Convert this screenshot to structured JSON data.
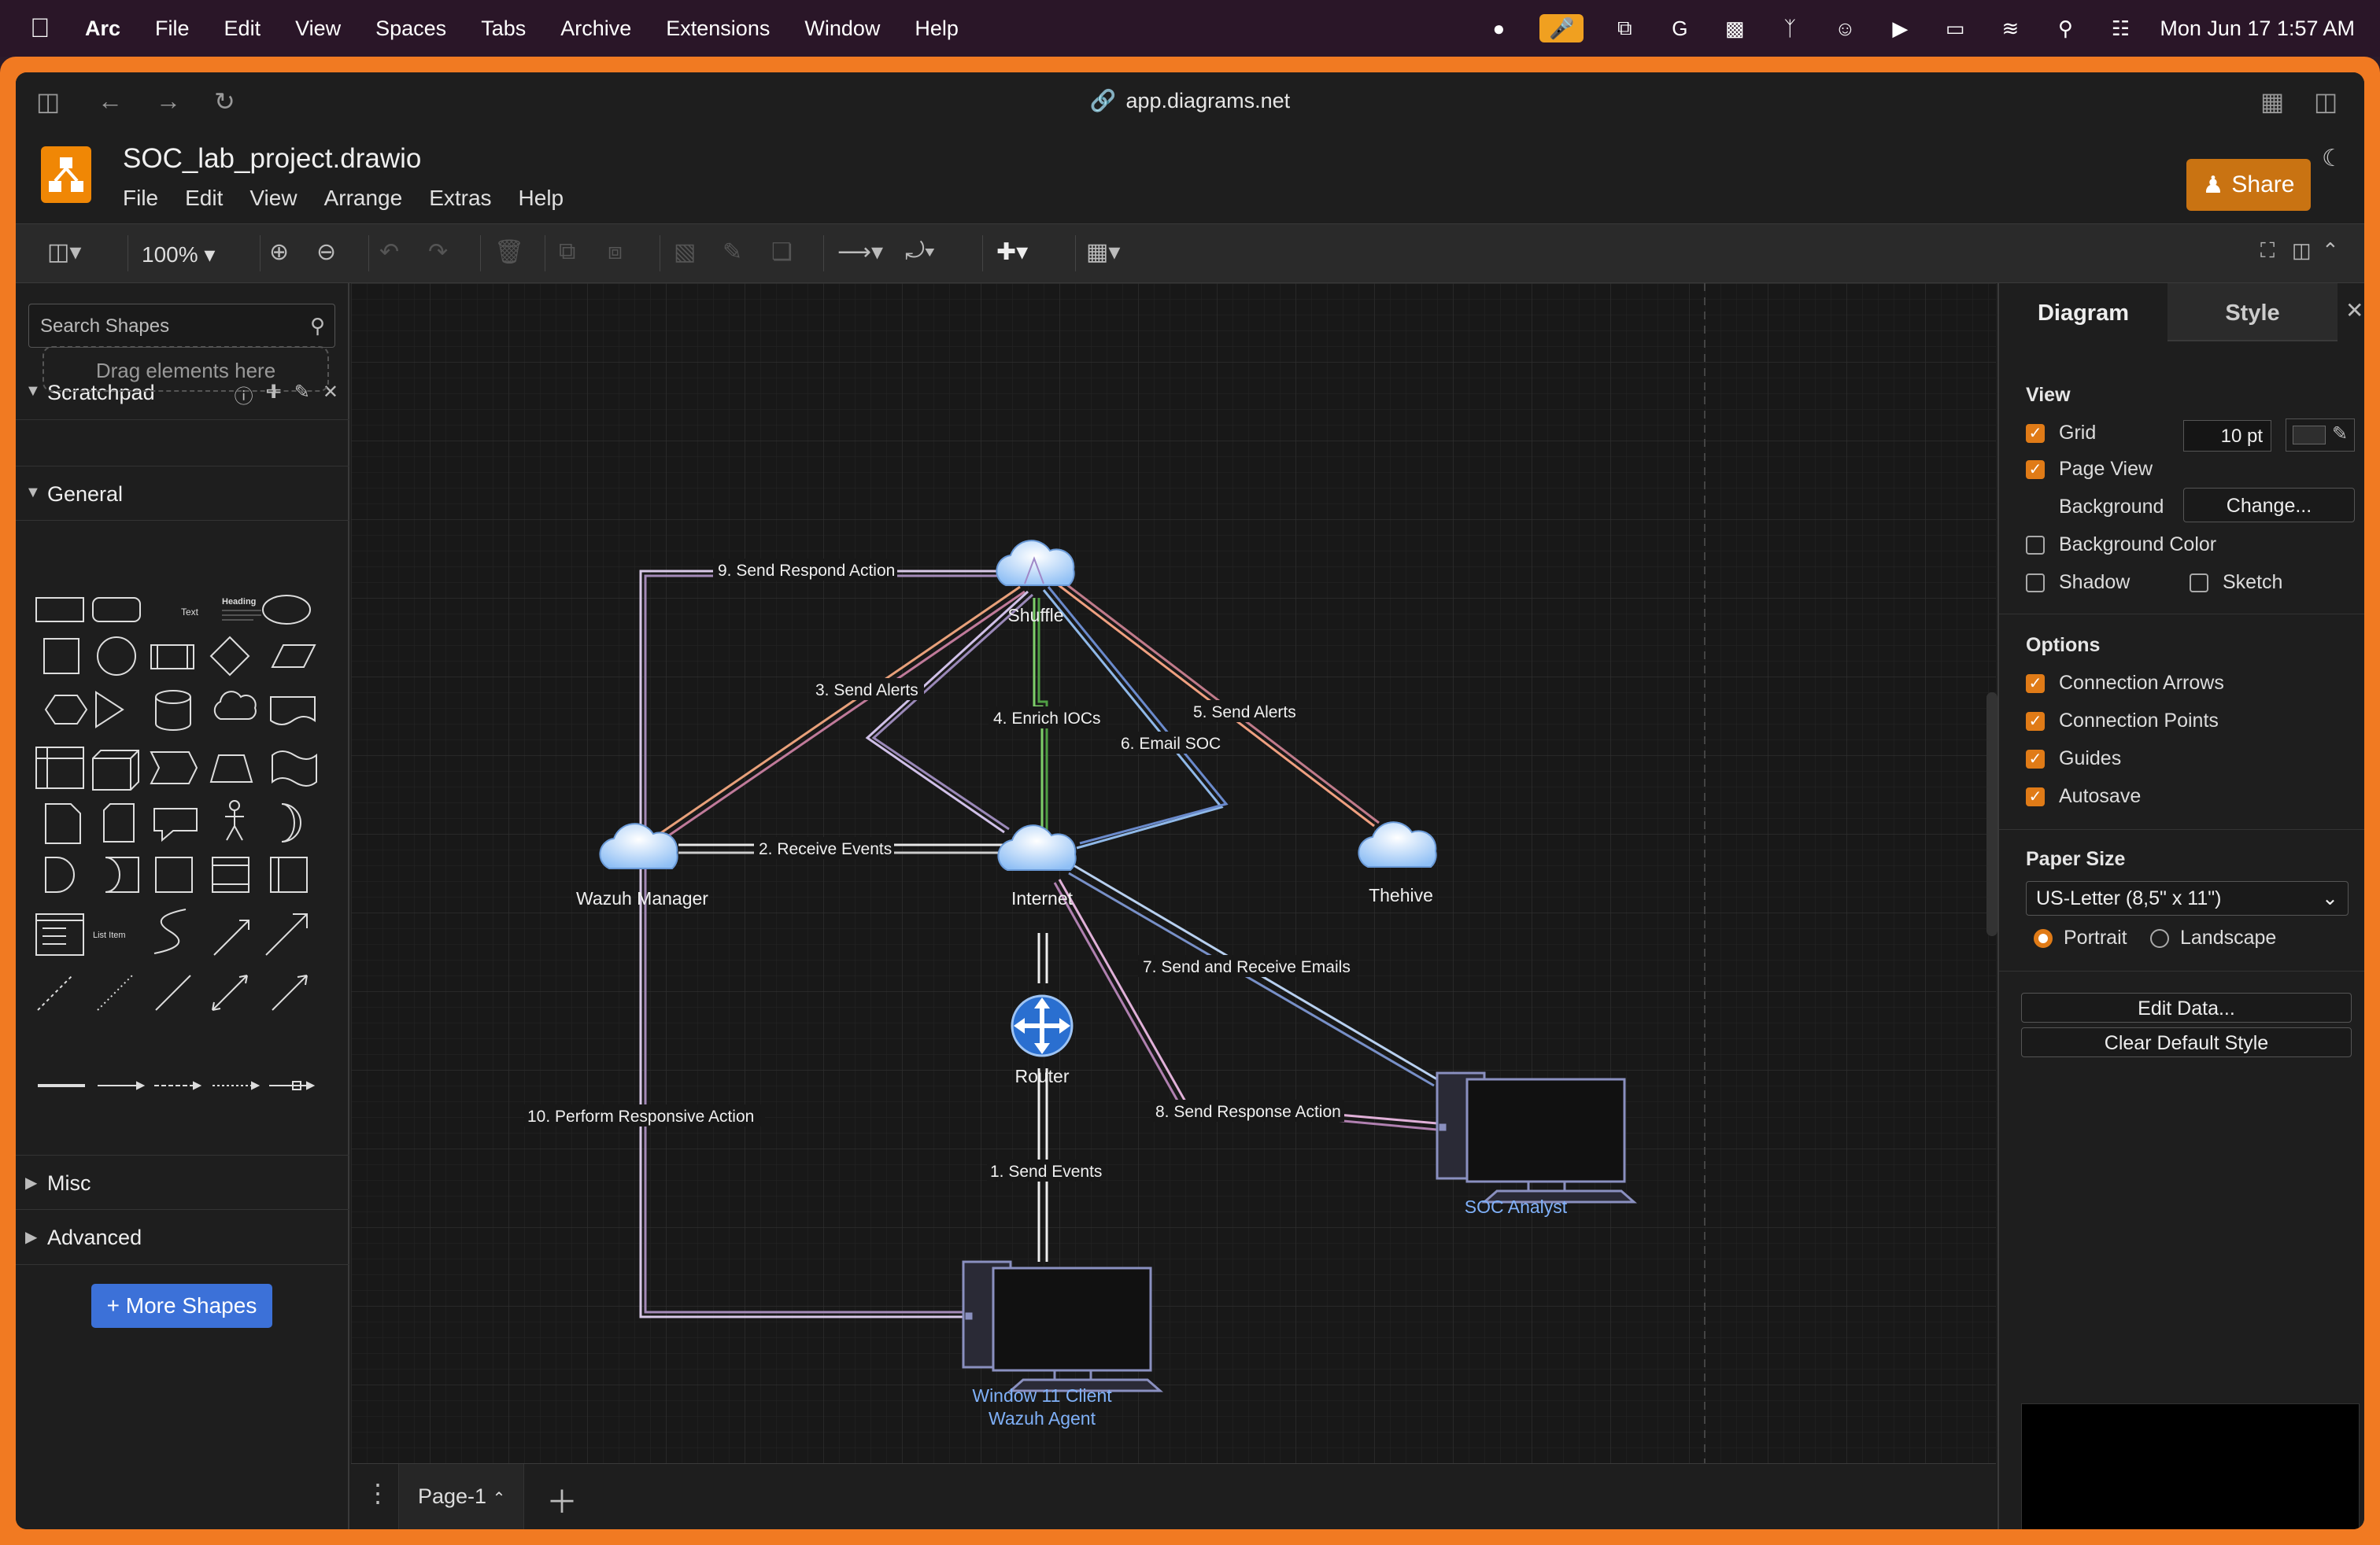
{
  "macos": {
    "app_name": "Arc",
    "menu": [
      "File",
      "Edit",
      "View",
      "Spaces",
      "Tabs",
      "Archive",
      "Extensions",
      "Window",
      "Help"
    ],
    "clock": "Mon Jun 17  1:57 AM"
  },
  "browser": {
    "url": "app.diagrams.net"
  },
  "app": {
    "title": "SOC_lab_project.drawio",
    "menu": [
      "File",
      "Edit",
      "View",
      "Arrange",
      "Extras",
      "Help"
    ],
    "share_label": "Share"
  },
  "toolbar": {
    "zoom": "100%"
  },
  "sidebar": {
    "search_placeholder": "Search Shapes",
    "scratchpad_label": "Scratchpad",
    "drop_hint": "Drag elements here",
    "general_label": "General",
    "misc_label": "Misc",
    "advanced_label": "Advanced",
    "more_shapes": "+ More Shapes",
    "shape_text": "Text",
    "shape_heading": "Heading",
    "shape_list_item": "List Item"
  },
  "diagram": {
    "nodes": {
      "shuffle": "Shuffle",
      "wazuh_manager": "Wazuh Manager",
      "internet": "Internet",
      "thehive": "Thehive",
      "router": "Router",
      "soc_analyst": "SOC Analyst",
      "client_line1": "Window 11 Client",
      "client_line2": "Wazuh Agent"
    },
    "edges": {
      "e1": "1. Send Events",
      "e2": "2. Receive Events",
      "e3": "3. Send Alerts",
      "e4": "4. Enrich IOCs",
      "e5": "5. Send Alerts",
      "e6": "6. Email SOC",
      "e7": "7. Send and Receive Emails",
      "e8": "8. Send Response Action",
      "e9": "9. Send Respond Action",
      "e10": "10. Perform Responsive Action"
    }
  },
  "pages": {
    "current": "Page-1"
  },
  "panel": {
    "tab_diagram": "Diagram",
    "tab_style": "Style",
    "view_heading": "View",
    "grid": "Grid",
    "grid_size": "10 pt",
    "page_view": "Page View",
    "background": "Background",
    "change": "Change...",
    "background_color": "Background Color",
    "shadow": "Shadow",
    "sketch": "Sketch",
    "options_heading": "Options",
    "connection_arrows": "Connection Arrows",
    "connection_points": "Connection Points",
    "guides": "Guides",
    "autosave": "Autosave",
    "paper_heading": "Paper Size",
    "paper_size": "US-Letter (8,5\" x 11\")",
    "portrait": "Portrait",
    "landscape": "Landscape",
    "edit_data": "Edit Data...",
    "clear_style": "Clear Default Style"
  },
  "colors": {
    "accent": "#e07b17",
    "frame": "#f17a22",
    "share": "#c97312",
    "more_shapes": "#3c71d8"
  }
}
